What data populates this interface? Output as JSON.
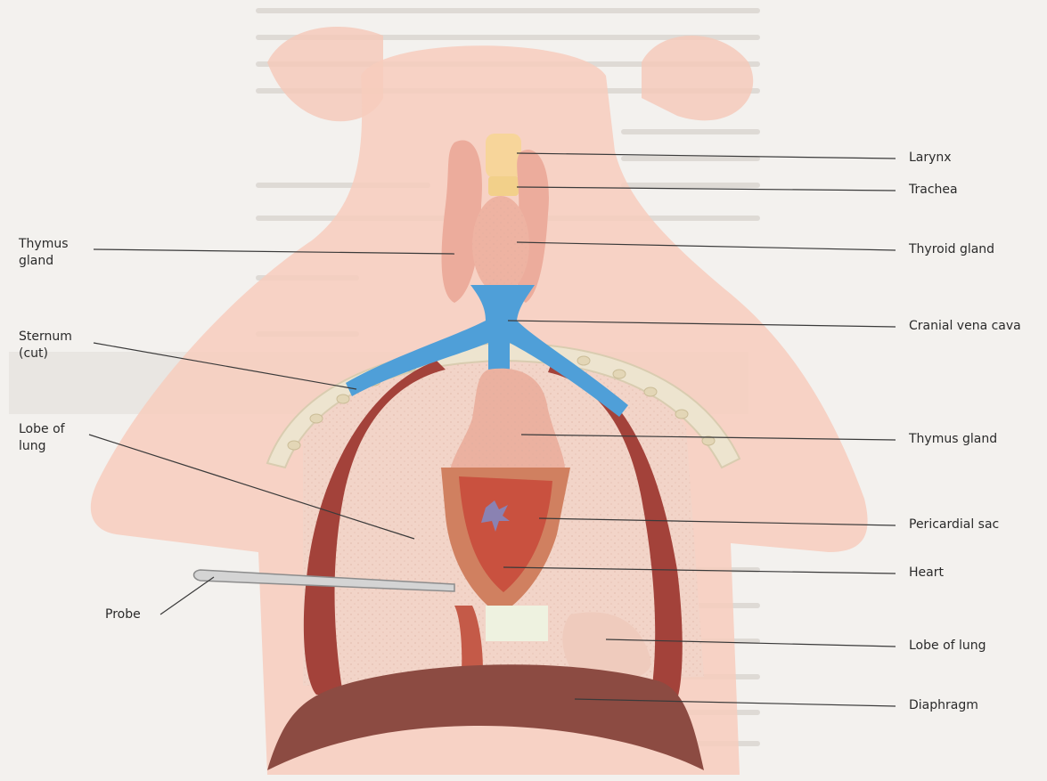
{
  "labels_left": {
    "thymus_gland": "Thymus\ngland",
    "sternum": "Sternum\n(cut)",
    "lobe_of_lung": "Lobe of\nlung",
    "probe": "Probe"
  },
  "labels_right": {
    "larynx": "Larynx",
    "trachea": "Trachea",
    "thyroid_gland": "Thyroid gland",
    "cranial_vena_cava": "Cranial vena cava",
    "thymus_gland": "Thymus gland",
    "pericardial_sac": "Pericardial sac",
    "heart": "Heart",
    "lobe_of_lung": "Lobe of lung",
    "diaphragm": "Diaphragm"
  },
  "colors": {
    "background": "#f3f1ee",
    "body": "#f6cdbd",
    "lung": "#f2d3c8",
    "rib_muscle": "#a3423a",
    "vessel": "#4f9fd8",
    "diaphragm": "#8c4b42",
    "larynx": "#f7d59a",
    "leader_line": "#3a3a3a"
  }
}
